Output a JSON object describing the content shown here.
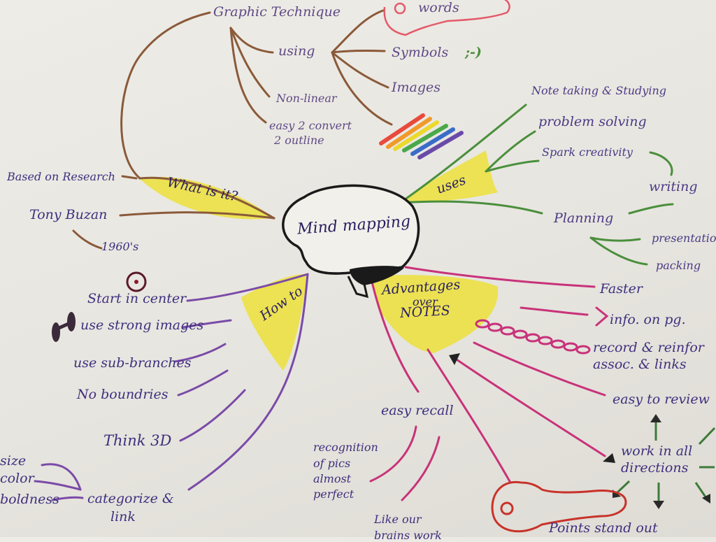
{
  "center": {
    "title": "Mind mapping"
  },
  "branches": {
    "what": {
      "label": "What is it?",
      "children": {
        "graphic": "Graphic Technique",
        "using": "using",
        "words": "words",
        "symbols": "Symbols",
        "symbols_glyph": ";-)",
        "images": "Images",
        "nonlinear": "Non-linear",
        "easy1": "easy 2 convert",
        "easy2": "2 outline",
        "research": "Based on Research",
        "buzan": "Tony Buzan",
        "year": "1960's"
      }
    },
    "uses": {
      "label": "uses",
      "children": {
        "notetaking": "Note taking & Studying",
        "problem": "problem solving",
        "spark": "Spark creativity",
        "writing": "writing",
        "planning": "Planning",
        "presentation": "presentatio",
        "packing": "packing"
      }
    },
    "howto": {
      "label": "How to",
      "children": {
        "start": "Start in center",
        "images": "use strong images",
        "sub": "use sub-branches",
        "noboundries": "No boundries",
        "think3d": "Think 3D",
        "categorize": "categorize &",
        "link": "link",
        "size": "size",
        "color": "color",
        "boldness": "boldness"
      }
    },
    "advantages": {
      "label1": "Advantages",
      "label2": "over",
      "label3": "NOTES",
      "children": {
        "faster": "Faster",
        "info": "info. on pg.",
        "record1": "record & reinfor",
        "record2": "assoc. & links",
        "review": "easy to review",
        "work1": "work in all",
        "work2": "directions",
        "recall": "easy recall",
        "recog1": "recognition",
        "recog2": "of pics",
        "recog3": "almost",
        "recog4": "perfect",
        "brain1": "Like our",
        "brain2": "brains work",
        "points": "Points stand out"
      }
    }
  },
  "colors": {
    "brown": "#8a5a3a",
    "green": "#4a8f3c",
    "purple": "#7a4aa8",
    "magenta": "#c8327a",
    "highlight": "#ece03a",
    "ink": "#2a2060"
  }
}
